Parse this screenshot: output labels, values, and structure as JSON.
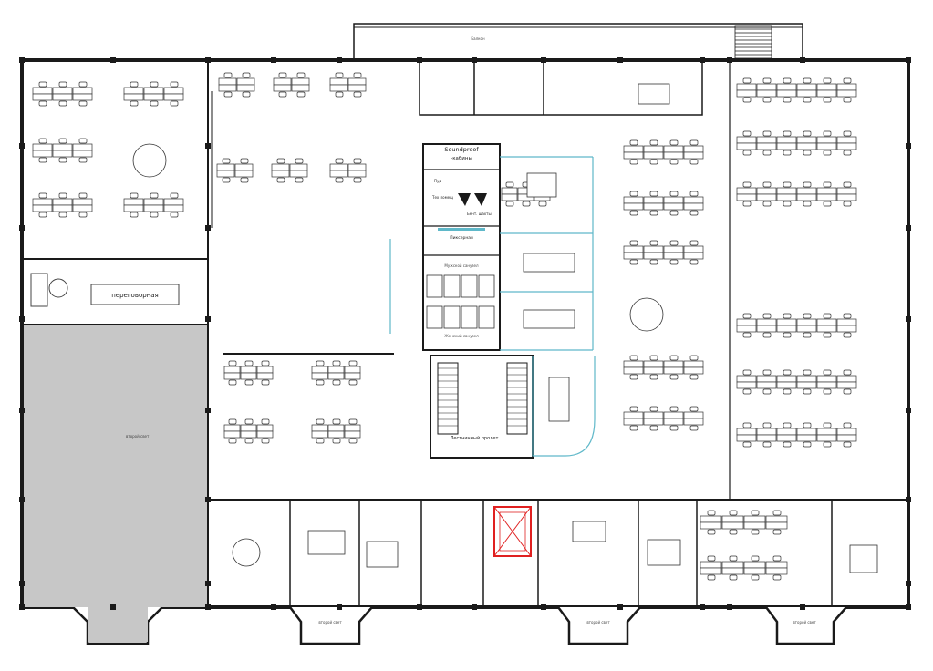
{
  "labels": {
    "meeting_room": "переговорная",
    "soundproof": "Soundproof",
    "cabins": "-кабины",
    "mop": "Пуд",
    "tech_room": "Тех помещ",
    "bent": "Бент. шахты",
    "print_room": "Пиксерная",
    "mens_wc": "Мужской санузел",
    "womens_wc": "Женский санузел",
    "stair_flight": "Лестничный пролет",
    "second_light": "второй свет",
    "balcony": "Балкон"
  },
  "colors": {
    "wall": "#1a1a1a",
    "void": "#c7c7c7",
    "glass": "#5fb8c9",
    "elevator": "#e02020",
    "line": "#555555"
  }
}
